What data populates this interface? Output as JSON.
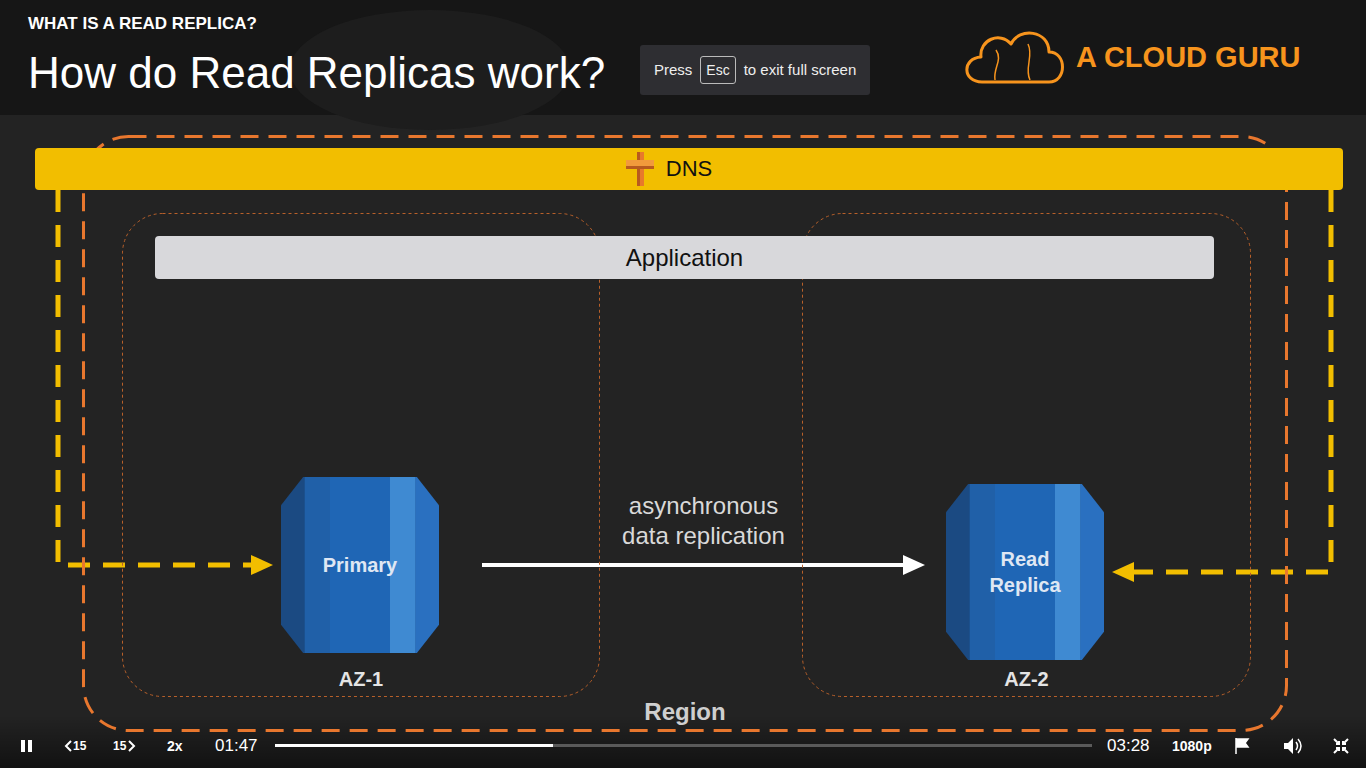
{
  "diagram": {
    "title": "How do Read Replicas work?",
    "nodes": [
      {
        "text": [
          "DNS"
        ]
      },
      {
        "text": [
          "Region"
        ]
      },
      {
        "text": [
          "Application"
        ],
        "in": 1
      },
      {
        "text": [
          "AZ-1"
        ],
        "in": 1
      },
      {
        "text": [
          "Primary"
        ],
        "in": 3
      },
      {
        "text": [
          "AZ-2"
        ],
        "in": 1
      },
      {
        "text": [
          "Read Replica"
        ],
        "in": 5
      }
    ],
    "edges": [
      {
        "from": 0,
        "to": 4,
        "arrow": "to"
      },
      {
        "from": 4,
        "to": 6,
        "label": "asynchronous data replication",
        "arrow": "to"
      },
      {
        "from": 0,
        "to": 6,
        "arrow": "to"
      }
    ],
    "labels": [
      "WHAT IS A READ REPLICA?",
      "Press",
      "Esc",
      "to exit full screen",
      "A CLOUD GURU",
      "15",
      "15",
      "2x",
      "01:47",
      "03:28",
      "1080p"
    ]
  }
}
